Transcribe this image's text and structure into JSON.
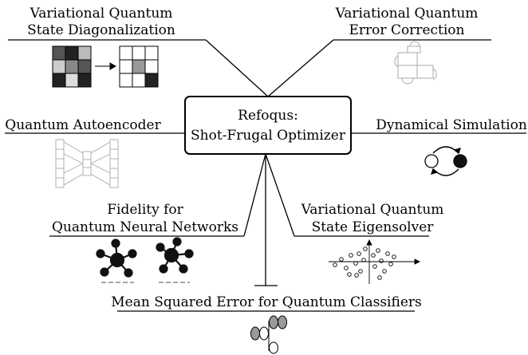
{
  "center": {
    "line1": "Refoqus:",
    "line2": "Shot-Frugal Optimizer"
  },
  "applications": {
    "vqsd": {
      "line1": "Variational Quantum",
      "line2": "State Diagonalization",
      "icon": "matrix-diagonalization-icon"
    },
    "vqec": {
      "line1": "Variational Quantum",
      "line2": "Error Correction",
      "icon": "qubit-lattice-icon"
    },
    "autoencoder": {
      "line1": "Quantum Autoencoder",
      "icon": "autoencoder-network-icon"
    },
    "dynamics": {
      "line1": "Dynamical Simulation",
      "icon": "state-evolution-icon"
    },
    "fidelity": {
      "line1": "Fidelity for",
      "line2": "Quantum Neural Networks",
      "icon": "molecule-network-icon"
    },
    "vqse": {
      "line1": "Variational Quantum",
      "line2": "State Eigensolver",
      "icon": "scatter-eigen-icon"
    },
    "mse": {
      "line1": "Mean Squared Error for Quantum Classifiers",
      "icon": "classifier-circles-icon"
    }
  },
  "colors": {
    "line": "#000000",
    "dark_gray": "#222222",
    "mid_gray": "#808080",
    "light_gray": "#d0d0d0",
    "faint": "#aaaaaa"
  }
}
